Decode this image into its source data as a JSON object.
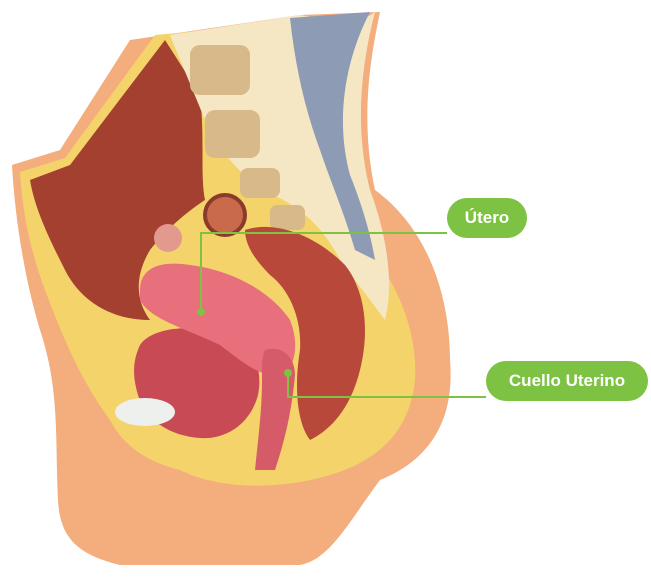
{
  "labels": {
    "utero": "Útero",
    "cuello": "Cuello Uterino"
  },
  "colors": {
    "accent": "#7dc242",
    "skin": "#f4ad7c",
    "fat": "#f4d36a",
    "cavity": "#a3402f",
    "muscle": "#b8483a",
    "uterus": "#e8707c",
    "bone": "#f6e7c4",
    "spine_nerve": "#8e9bb4"
  },
  "icons": [
    "anatomical-cross-section"
  ]
}
